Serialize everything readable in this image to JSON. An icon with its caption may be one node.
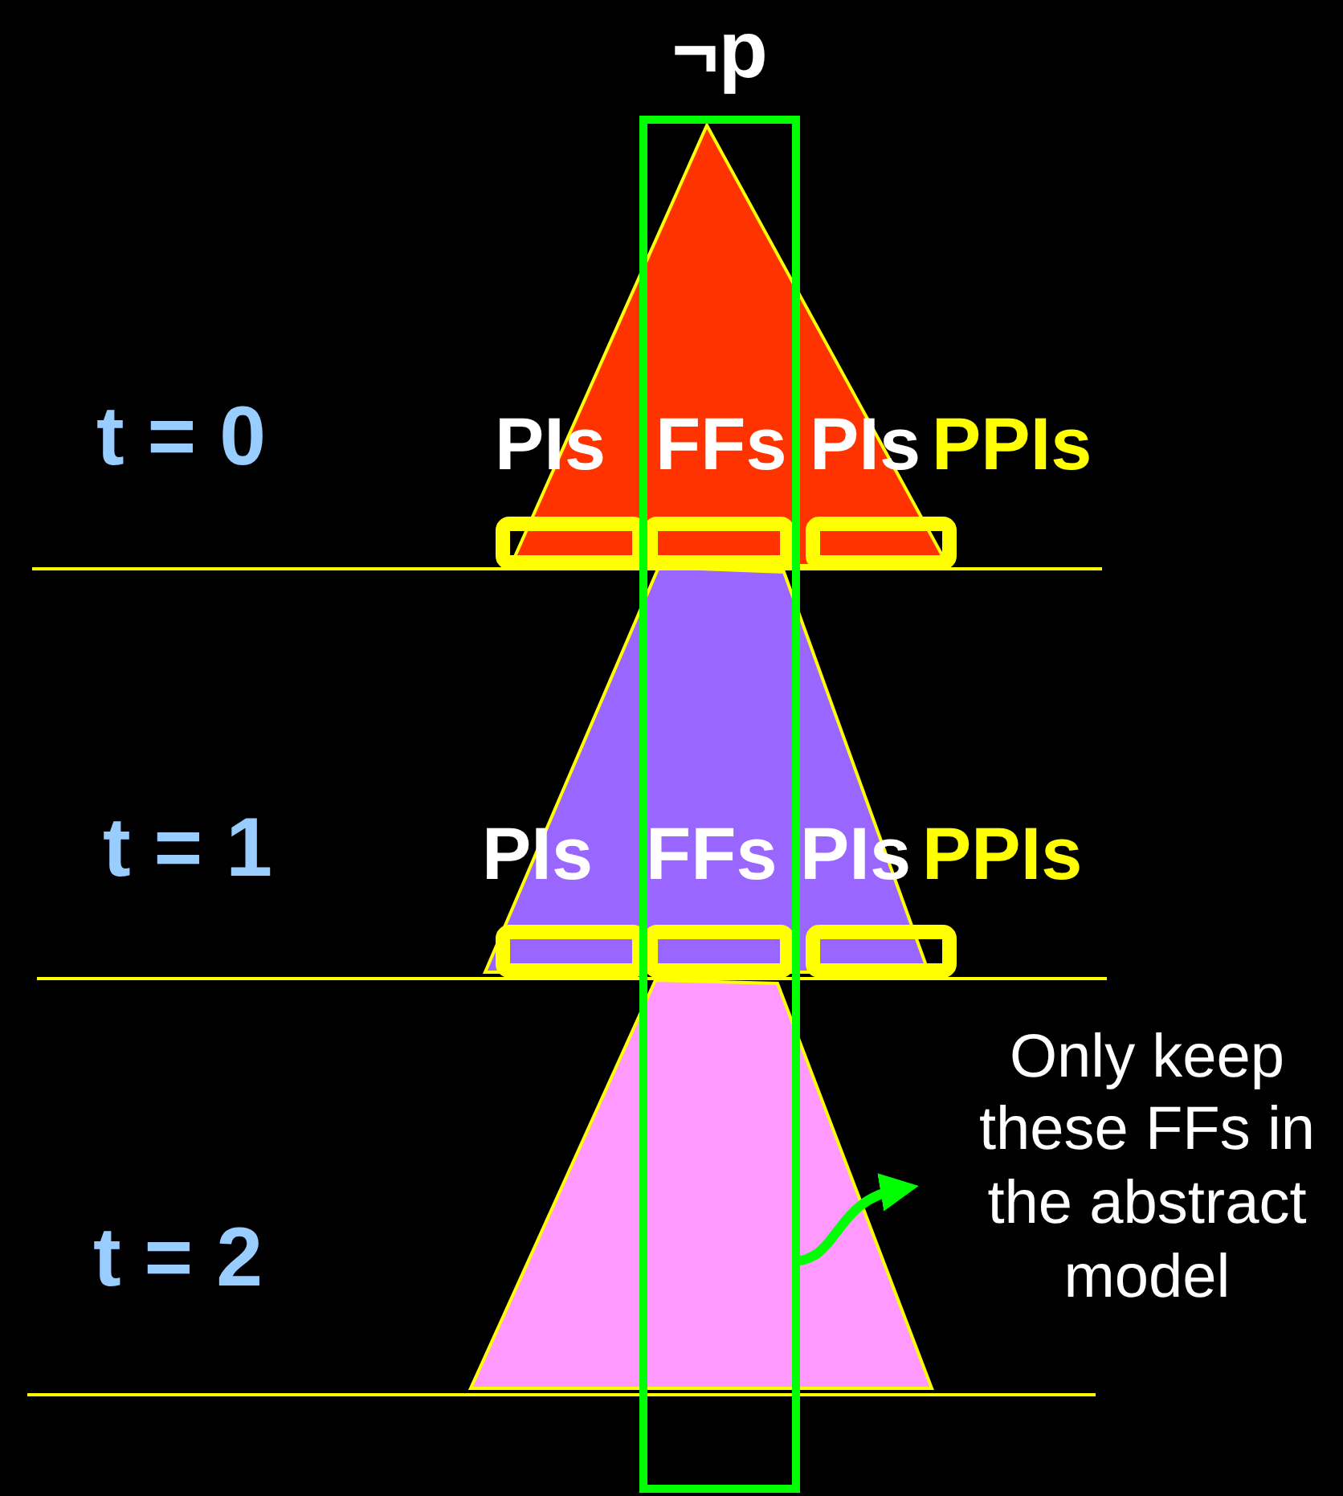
{
  "diagram": {
    "nodes": [
      {
        "text": [
          "¬p"
        ]
      },
      {
        "text": [
          "Only keep these FFs in the abstract model"
        ]
      }
    ],
    "edges": [
      {
        "from": 0,
        "to": 1,
        "arrow": "to",
        "color": "#00ff00"
      }
    ],
    "labels": [
      "t = 0",
      "PIs",
      "FFs",
      "PIs",
      "PPIs",
      "t = 1",
      "PIs",
      "FFs",
      "PIs",
      "PPIs",
      "t = 2"
    ]
  }
}
